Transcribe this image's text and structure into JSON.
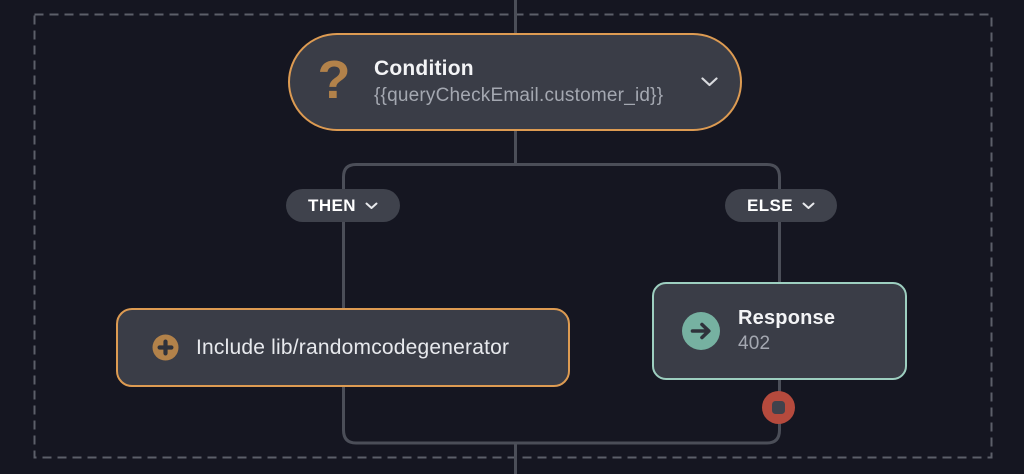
{
  "colors": {
    "background": "#151621",
    "node_fill": "#3a3d47",
    "pill_fill": "#3f424c",
    "connector_line": "#4b4e58",
    "dashed_boundary": "#5c5f69",
    "accent_orange": "#dd9b52",
    "icon_tan": "#b2824a",
    "accent_teal": "#9dcfc0",
    "icon_teal": "#76b1a1",
    "icon_glyph_dark": "#2f323b",
    "stop_red": "#b54a3d",
    "title_text": "#f3f4f6",
    "subtitle_text": "#a4a8b1"
  },
  "condition_node": {
    "glyph": "?",
    "title": "Condition",
    "expression": "{{queryCheckEmail.customer_id}}"
  },
  "then_pill": {
    "label": "THEN"
  },
  "else_pill": {
    "label": "ELSE"
  },
  "include_node": {
    "label": "Include lib/randomcodegenerator"
  },
  "response_node": {
    "title": "Response",
    "status_code": "402"
  }
}
